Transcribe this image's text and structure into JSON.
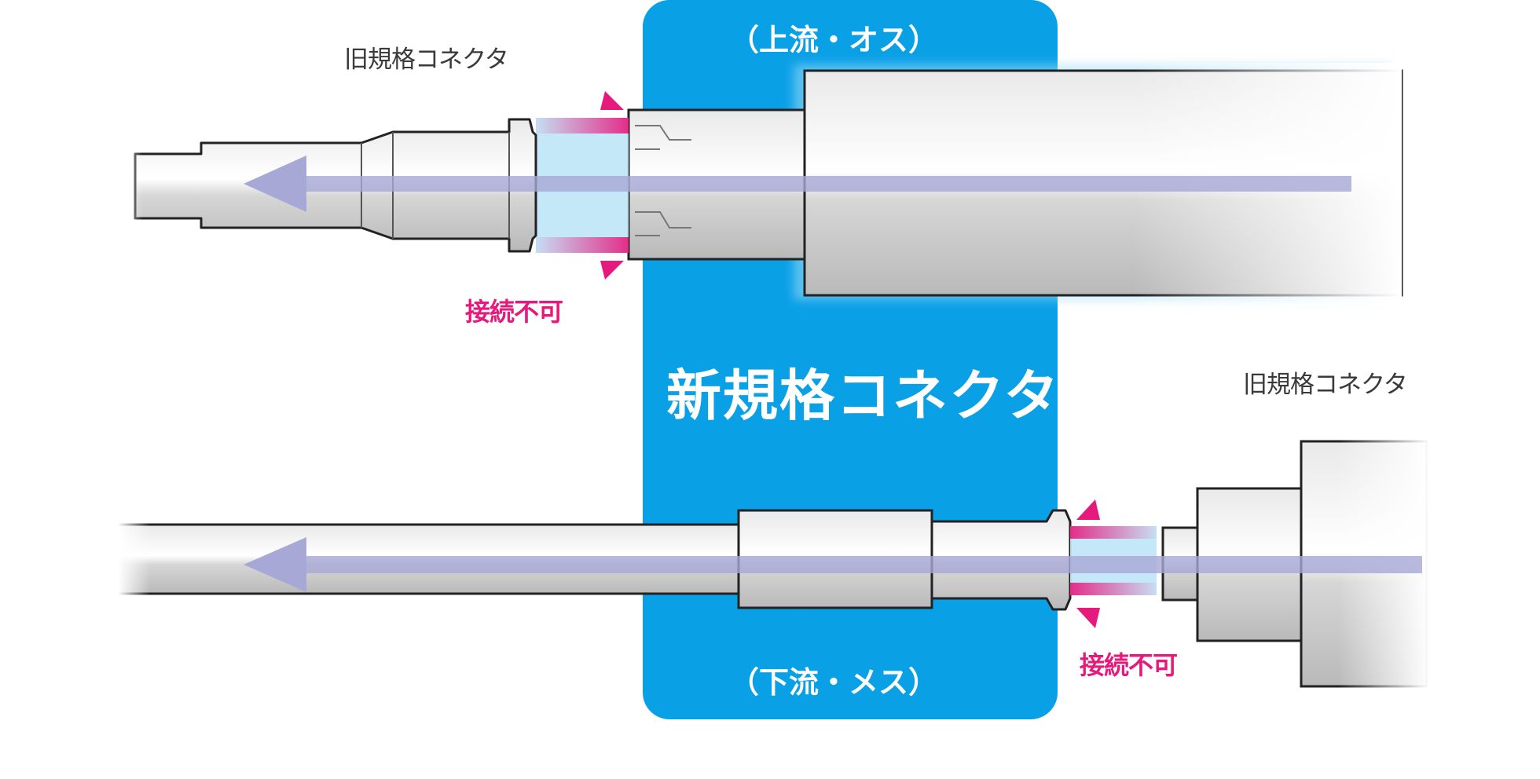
{
  "labels": {
    "old_connector_top": "旧規格コネクタ",
    "old_connector_right": "旧規格コネクタ",
    "new_connector": "新規格コネクタ",
    "upstream_male": "（上流・オス）",
    "downstream_female": "（下流・メス）",
    "not_connectable_top": "接続不可",
    "not_connectable_bottom": "接続不可"
  },
  "colors": {
    "panel_blue": "#0aa0e6",
    "warning_magenta": "#e6197d",
    "flow_arrow": "#a8a8d6",
    "outline": "#222222",
    "gap_blue": "#bfe6f8"
  },
  "icons": {
    "flow_arrow": "left-arrow-icon",
    "warning_marker": "warning-triangle-icon"
  }
}
